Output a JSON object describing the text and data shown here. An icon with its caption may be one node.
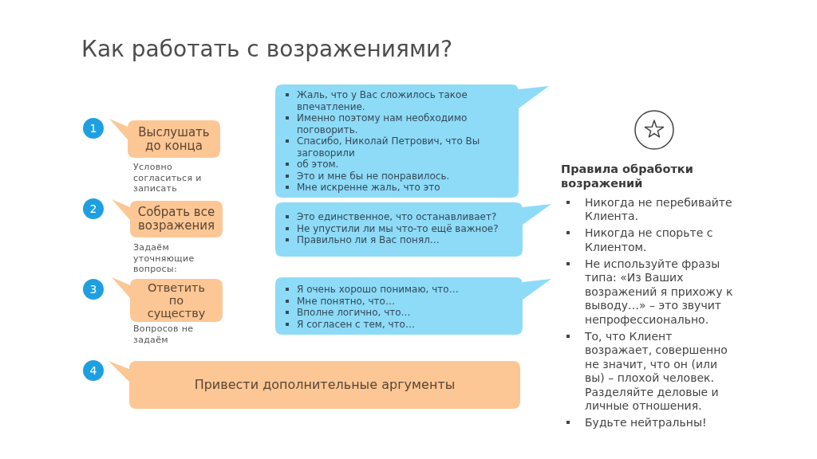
{
  "diagram": {
    "title": "Как работать с возражениями?",
    "nodes": [
      {
        "text": [
          "1"
        ]
      },
      {
        "text": [
          "Выслушать до конца"
        ],
        "beside": [
          "Условно согласиться и записать"
        ]
      },
      {
        "text": [
          "Жаль, что у Вас сложилось такое впечатление.",
          "Именно поэтому нам необходимо поговорить.",
          "Спасибо, Николай Петрович, что Вы заговорили",
          "об этом.",
          "Это и мне бы не понравилось.",
          "Мне искренне жаль, что это"
        ]
      },
      {
        "text": [
          "2"
        ]
      },
      {
        "text": [
          "Собрать все возражения"
        ],
        "beside": [
          "Задаём уточняющие вопросы:"
        ]
      },
      {
        "text": [
          "Это единственное, что останавливает?",
          "Не упустили ли мы что-то ещё важное?",
          "Правильно ли я Вас понял…"
        ]
      },
      {
        "text": [
          "3"
        ]
      },
      {
        "text": [
          "Ответить по существу"
        ],
        "beside": [
          "Вопросов не задаём"
        ]
      },
      {
        "text": [
          "Я очень хорошо понимаю, что…",
          "Мне понятно, что…",
          "Вполне логично, что…",
          "Я согласен с тем, что…"
        ]
      },
      {
        "text": [
          "4"
        ]
      },
      {
        "text": [
          "Привести дополнительные аргументы"
        ]
      }
    ],
    "labels": [
      "Правила обработки возражений",
      "Никогда не перебивайте Клиента.",
      "Никогда не спорьте с Клиентом.",
      "Не используйте фразы типа: «Из Ваших возражений я прихожу к выводу…» – это звучит непрофессионально.",
      "То, что Клиент возражает, совершенно не значит, что он (или вы) – плохой человек. Разделяйте деловые и личные отношения.",
      "Будьте нейтральны!"
    ]
  }
}
